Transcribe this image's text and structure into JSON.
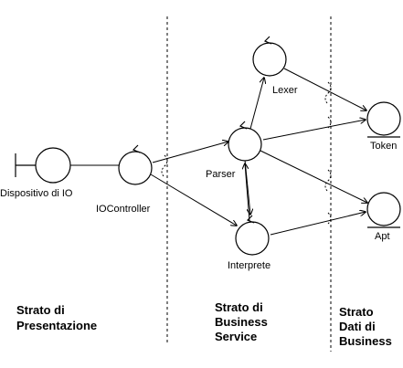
{
  "nodes": {
    "io_device": "Dispositivo di IO",
    "io_controller": "IOController",
    "parser": "Parser",
    "lexer": "Lexer",
    "interprete": "Interprete",
    "token": "Token",
    "apt": "Apt"
  },
  "layers": {
    "presentation": [
      "Strato di",
      "Presentazione"
    ],
    "business_service": [
      "Strato di",
      "Business",
      "Service"
    ],
    "business_data": [
      "Strato",
      "Dati di",
      "Business"
    ]
  },
  "edges": [
    {
      "from": "io_device",
      "to": "io_controller"
    },
    {
      "from": "io_controller",
      "to": "parser"
    },
    {
      "from": "io_controller",
      "to": "interprete"
    },
    {
      "from": "parser",
      "to": "lexer"
    },
    {
      "from": "parser",
      "to": "interprete"
    },
    {
      "from": "parser",
      "to": "token"
    },
    {
      "from": "parser",
      "to": "apt"
    },
    {
      "from": "lexer",
      "to": "token"
    },
    {
      "from": "interprete",
      "to": "apt"
    }
  ]
}
